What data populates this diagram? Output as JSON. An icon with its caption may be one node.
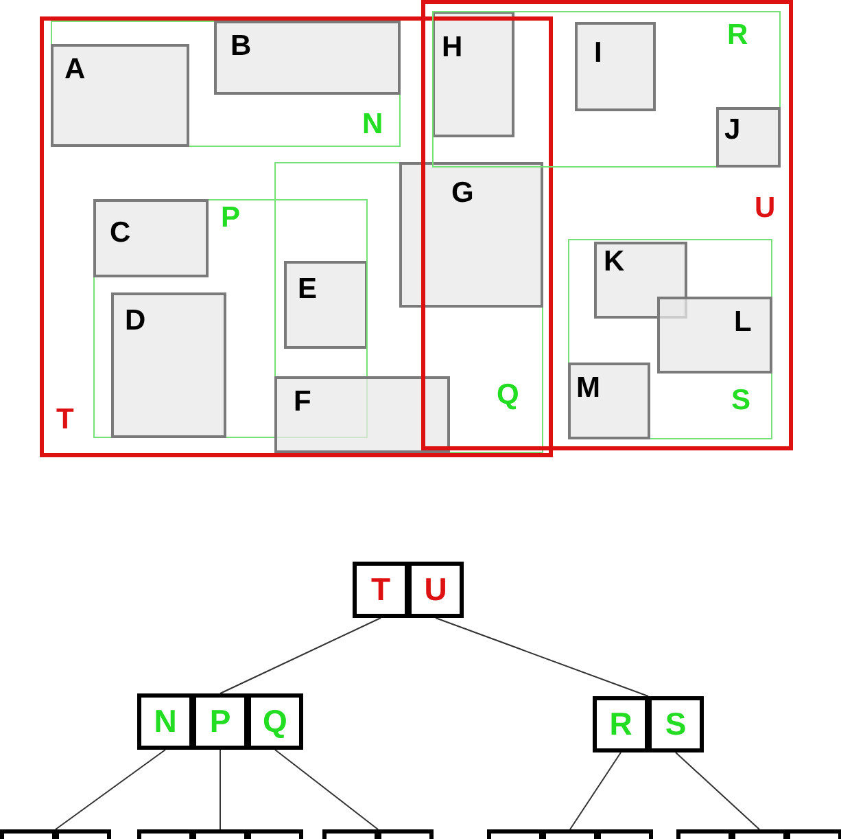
{
  "diagram": {
    "nodes": [
      {
        "text": [
          "T"
        ]
      },
      {
        "text": [
          "N"
        ],
        "in": 0
      },
      {
        "text": [
          "A"
        ],
        "in": 1
      },
      {
        "text": [
          "B"
        ],
        "in": 1
      },
      {
        "text": [
          "P"
        ],
        "in": 0
      },
      {
        "text": [
          "C"
        ],
        "in": 4
      },
      {
        "text": [
          "D"
        ],
        "in": 4
      },
      {
        "text": [
          "Q"
        ],
        "in": 0
      },
      {
        "text": [
          "E"
        ]
      },
      {
        "text": [
          "F"
        ],
        "in": 7
      },
      {
        "text": [
          "G"
        ],
        "in": 7
      },
      {
        "text": [
          "U"
        ]
      },
      {
        "text": [
          "R"
        ],
        "in": 11
      },
      {
        "text": [
          "H"
        ]
      },
      {
        "text": [
          "I"
        ],
        "in": 12
      },
      {
        "text": [
          "J"
        ],
        "in": 12
      },
      {
        "text": [
          "S"
        ],
        "in": 11
      },
      {
        "text": [
          "K"
        ],
        "in": 16
      },
      {
        "text": [
          "L"
        ],
        "in": 16
      },
      {
        "text": [
          "M"
        ],
        "in": 16
      },
      {
        "text": [],
        "shape": "box"
      },
      {
        "text": [
          "T"
        ],
        "in": 20
      },
      {
        "text": [
          "U"
        ],
        "in": 20
      },
      {
        "text": [],
        "shape": "box"
      },
      {
        "text": [
          "N"
        ],
        "in": 23
      },
      {
        "text": [
          "P"
        ],
        "in": 23
      },
      {
        "text": [
          "Q"
        ],
        "in": 23
      },
      {
        "text": [],
        "shape": "box"
      },
      {
        "text": [
          "R"
        ],
        "in": 27
      },
      {
        "text": [
          "S"
        ],
        "in": 27
      },
      {
        "text": [],
        "shape": "box"
      },
      {
        "text": [],
        "shape": "box",
        "in": 30
      },
      {
        "text": [],
        "shape": "box",
        "in": 30
      },
      {
        "text": [],
        "shape": "box"
      },
      {
        "text": [],
        "shape": "box",
        "in": 33
      },
      {
        "text": [],
        "shape": "box",
        "in": 33
      },
      {
        "text": [],
        "shape": "box",
        "in": 33
      },
      {
        "text": [],
        "shape": "box"
      },
      {
        "text": [],
        "shape": "box",
        "in": 37
      },
      {
        "text": [],
        "shape": "box",
        "in": 37
      },
      {
        "text": [],
        "shape": "box"
      },
      {
        "text": [],
        "shape": "box",
        "in": 40
      },
      {
        "text": [],
        "shape": "box",
        "in": 40
      },
      {
        "text": [],
        "shape": "box",
        "in": 40
      },
      {
        "text": [],
        "shape": "box"
      },
      {
        "text": [],
        "shape": "box",
        "in": 44
      },
      {
        "text": [],
        "shape": "box",
        "in": 44
      },
      {
        "text": [],
        "shape": "box",
        "in": 44
      }
    ],
    "edges": [
      {
        "from": 21,
        "to": 23,
        "arrow": "none"
      },
      {
        "from": 22,
        "to": 27,
        "arrow": "none"
      },
      {
        "from": 24,
        "to": 30,
        "arrow": "none"
      },
      {
        "from": 25,
        "to": 33,
        "arrow": "none"
      },
      {
        "from": 26,
        "to": 37,
        "arrow": "none"
      },
      {
        "from": 28,
        "to": 40,
        "arrow": "none"
      },
      {
        "from": 29,
        "to": 44,
        "arrow": "none"
      }
    ]
  }
}
